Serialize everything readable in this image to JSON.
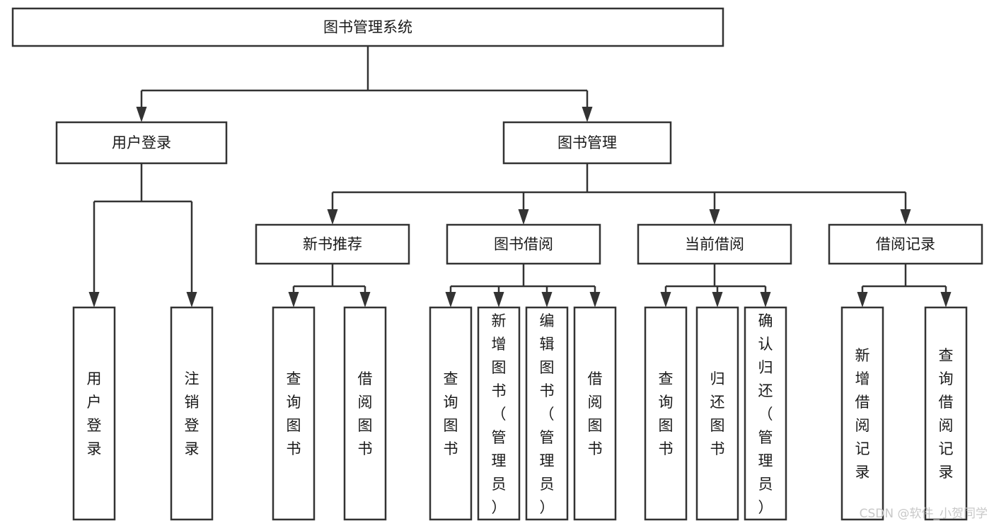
{
  "diagram": {
    "type": "tree",
    "title": "图书管理系统",
    "orientation": "top-down",
    "colors": {
      "background": "#ffffff",
      "box_fill": "#ffffff",
      "box_stroke": "#333333",
      "text": "#1a1a1a",
      "connector": "#333333",
      "watermark": "#c8c8c8"
    },
    "levels": 3,
    "nodes": {
      "root": {
        "label": "图书管理系统",
        "level": 0,
        "text_orientation": "horizontal"
      },
      "user_login": {
        "label": "用户登录",
        "level": 1,
        "text_orientation": "horizontal"
      },
      "book_manage": {
        "label": "图书管理",
        "level": 1,
        "text_orientation": "horizontal"
      },
      "new_book_rec": {
        "label": "新书推荐",
        "level": 2,
        "text_orientation": "horizontal"
      },
      "book_borrow": {
        "label": "图书借阅",
        "level": 2,
        "text_orientation": "horizontal"
      },
      "current_borrow": {
        "label": "当前借阅",
        "level": 2,
        "text_orientation": "horizontal"
      },
      "borrow_record": {
        "label": "借阅记录",
        "level": 2,
        "text_orientation": "horizontal"
      },
      "leaf_user_login": {
        "label": "用户登录",
        "level": 3,
        "text_orientation": "vertical"
      },
      "leaf_user_logout": {
        "label": "注销登录",
        "level": 3,
        "text_orientation": "vertical"
      },
      "leaf_rec_query": {
        "label": "查询图书",
        "level": 3,
        "text_orientation": "vertical"
      },
      "leaf_rec_borrow": {
        "label": "借阅图书",
        "level": 3,
        "text_orientation": "vertical"
      },
      "leaf_borrow_query": {
        "label": "查询图书",
        "level": 3,
        "text_orientation": "vertical"
      },
      "leaf_borrow_add": {
        "label": "新增图书（管理员）",
        "level": 3,
        "text_orientation": "vertical"
      },
      "leaf_borrow_edit": {
        "label": "编辑图书（管理员）",
        "level": 3,
        "text_orientation": "vertical"
      },
      "leaf_borrow_lend": {
        "label": "借阅图书",
        "level": 3,
        "text_orientation": "vertical"
      },
      "leaf_cur_query": {
        "label": "查询图书",
        "level": 3,
        "text_orientation": "vertical"
      },
      "leaf_cur_return": {
        "label": "归还图书",
        "level": 3,
        "text_orientation": "vertical"
      },
      "leaf_cur_confirm": {
        "label": "确认归还（管理员）",
        "level": 3,
        "text_orientation": "vertical"
      },
      "leaf_rec_add": {
        "label": "新增借阅记录",
        "level": 3,
        "text_orientation": "vertical"
      },
      "leaf_rec_search": {
        "label": "查询借阅记录",
        "level": 3,
        "text_orientation": "vertical"
      }
    },
    "edges": [
      {
        "from": "root",
        "to": "user_login"
      },
      {
        "from": "root",
        "to": "book_manage"
      },
      {
        "from": "user_login",
        "to": "leaf_user_login"
      },
      {
        "from": "user_login",
        "to": "leaf_user_logout"
      },
      {
        "from": "book_manage",
        "to": "new_book_rec"
      },
      {
        "from": "book_manage",
        "to": "book_borrow"
      },
      {
        "from": "book_manage",
        "to": "current_borrow"
      },
      {
        "from": "book_manage",
        "to": "borrow_record"
      },
      {
        "from": "new_book_rec",
        "to": "leaf_rec_query"
      },
      {
        "from": "new_book_rec",
        "to": "leaf_rec_borrow"
      },
      {
        "from": "book_borrow",
        "to": "leaf_borrow_query"
      },
      {
        "from": "book_borrow",
        "to": "leaf_borrow_add"
      },
      {
        "from": "book_borrow",
        "to": "leaf_borrow_edit"
      },
      {
        "from": "book_borrow",
        "to": "leaf_borrow_lend"
      },
      {
        "from": "current_borrow",
        "to": "leaf_cur_query"
      },
      {
        "from": "current_borrow",
        "to": "leaf_cur_return"
      },
      {
        "from": "current_borrow",
        "to": "leaf_cur_confirm"
      },
      {
        "from": "borrow_record",
        "to": "leaf_rec_add"
      },
      {
        "from": "borrow_record",
        "to": "leaf_rec_search"
      }
    ]
  },
  "watermark": {
    "text": "CSDN @软件_小贺同学"
  }
}
